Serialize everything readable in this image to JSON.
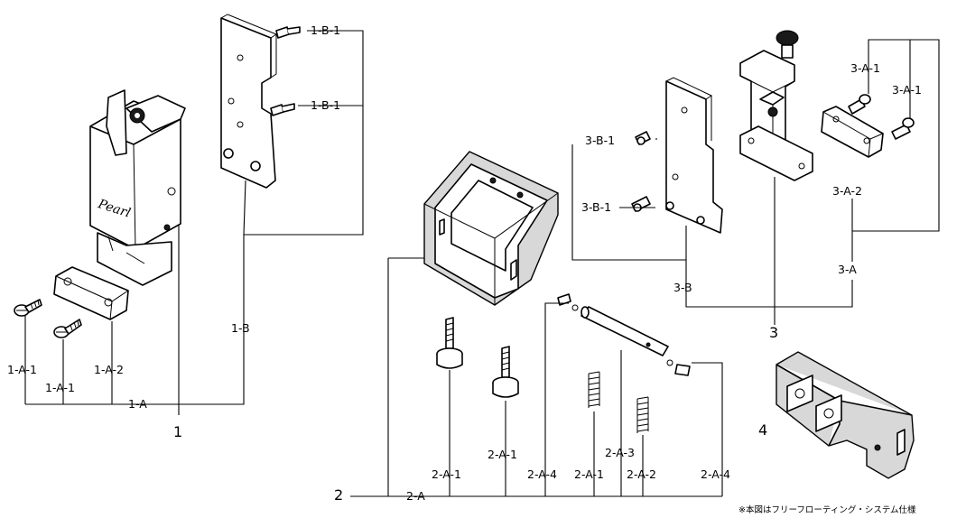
{
  "groups": {
    "g1": "1",
    "g2": "2",
    "g3": "3",
    "g4": "4"
  },
  "labels": {
    "l_1A": "1-A",
    "l_1A1_a": "1-A-1",
    "l_1A1_b": "1-A-1",
    "l_1A2": "1-A-2",
    "l_1B": "1-B",
    "l_1B1_a": "1-B-1",
    "l_1B1_b": "1-B-1",
    "l_2A": "2-A",
    "l_2A1_a": "2-A-1",
    "l_2A1_b": "2-A-1",
    "l_2A1_c": "2-A-1",
    "l_2A2": "2-A-2",
    "l_2A3": "2-A-3",
    "l_2A4_a": "2-A-4",
    "l_2A4_b": "2-A-4",
    "l_3A": "3-A",
    "l_3A1_a": "3-A-1",
    "l_3A1_b": "3-A-1",
    "l_3A2": "3-A-2",
    "l_3B": "3-B",
    "l_3B1_a": "3-B-1",
    "l_3B1_b": "3-B-1"
  },
  "brand_text": "Pearl",
  "footnote": "※本図はフリーフローティング・システム仕様"
}
